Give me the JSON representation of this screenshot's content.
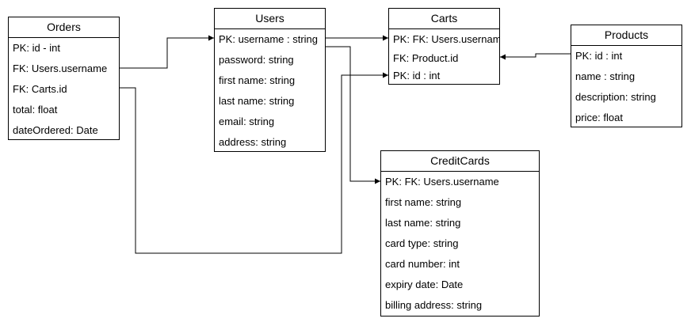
{
  "entities": {
    "orders": {
      "title": "Orders",
      "fields": [
        "PK: id - int",
        "FK: Users.username",
        "FK: Carts.id",
        "total: float",
        "dateOrdered: Date"
      ]
    },
    "users": {
      "title": "Users",
      "fields": [
        "PK: username : string",
        "password: string",
        "first name: string",
        "last name: string",
        "email: string",
        "address: string"
      ]
    },
    "carts": {
      "title": "Carts",
      "fields": [
        "PK: FK: Users.username",
        "FK: Product.id",
        "PK: id : int"
      ]
    },
    "products": {
      "title": "Products",
      "fields": [
        "PK: id : int",
        "name : string",
        "description: string",
        "price: float"
      ]
    },
    "creditcards": {
      "title": "CreditCards",
      "fields": [
        "PK: FK: Users.username",
        "first name: string",
        "last name: string",
        "card type: string",
        "card number: int",
        "expiry date: Date",
        "billing address: string"
      ]
    }
  }
}
